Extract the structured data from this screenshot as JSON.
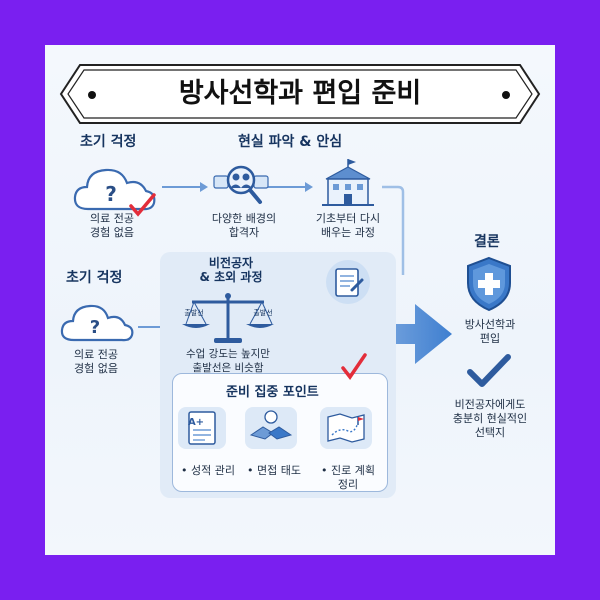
{
  "title": "방사선학과 편입 준비",
  "row1": {
    "initial_heading": "초기 걱정",
    "initial_caption_1": "의료 전공",
    "initial_caption_2": "경험 없음",
    "reality_heading": "현실 파악 & 안심",
    "diverse_caption_1": "다양한 배경의",
    "diverse_caption_2": "합격자",
    "basics_caption_1": "기초부터 다시",
    "basics_caption_2": "배우는 과정"
  },
  "row2": {
    "initial_heading": "초기 걱정",
    "initial_caption_1": "의료 전공",
    "initial_caption_2": "경험 없음",
    "panel_heading_1": "비전공자",
    "panel_heading_2": "& 초외 과정",
    "scale_left": "출발선",
    "scale_right": "출발선",
    "scale_caption_1": "수업 강도는 높지만",
    "scale_caption_2": "출발선은 비슷함"
  },
  "focus": {
    "heading": "준비 집중 포인트",
    "items": [
      {
        "label": "성적 관리",
        "icon": "grade-report-icon"
      },
      {
        "label": "면접 태도",
        "icon": "handshake-icon"
      },
      {
        "label_1": "진로 계획",
        "label_2": "정리",
        "icon": "career-map-icon"
      }
    ]
  },
  "conclusion": {
    "heading": "결론",
    "shield_caption_1": "방사선학과",
    "shield_caption_2": "편입",
    "check_caption_1": "비전공자에게도",
    "check_caption_2": "충분히 현실적인",
    "check_caption_3": "선택지"
  },
  "colors": {
    "background": "#7a1ff0",
    "accent_blue": "#3a78c8",
    "check_red": "#e32d3a",
    "heading_navy": "#16345f"
  }
}
